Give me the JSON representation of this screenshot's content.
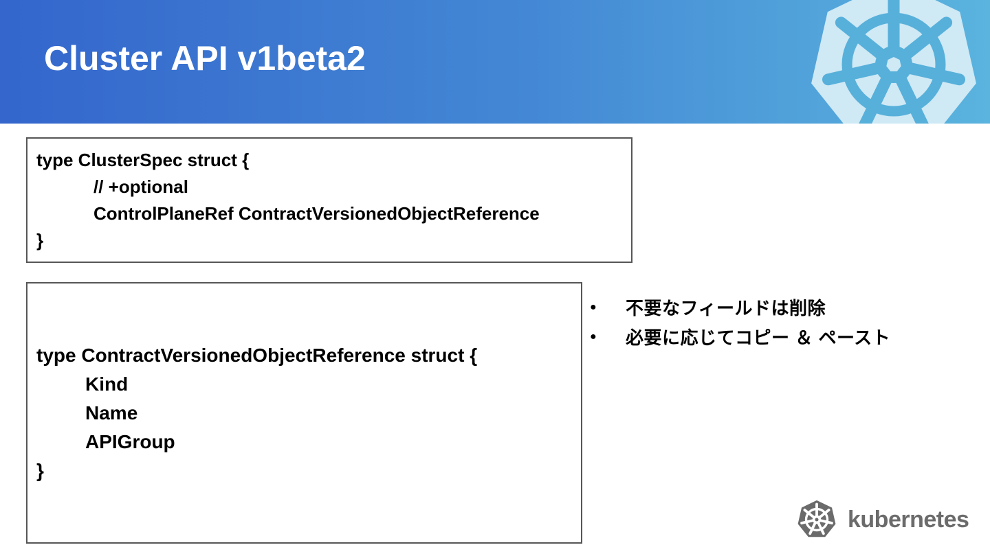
{
  "header": {
    "title": "Cluster API v1beta2"
  },
  "code_boxes": [
    {
      "lines": [
        {
          "text": "type ClusterSpec struct {"
        },
        {
          "text": "// +optional"
        },
        {
          "text": "ControlPlaneRef ContractVersionedObjectReference"
        },
        {
          "text": "}"
        }
      ]
    },
    {
      "lines": [
        {
          "text": "type ContractVersionedObjectReference struct {"
        },
        {
          "text": "Kind"
        },
        {
          "text": "Name"
        },
        {
          "text": "APIGroup"
        },
        {
          "text": "}"
        }
      ]
    }
  ],
  "bullets": [
    {
      "marker": "●",
      "text": "不要なフィールドは削除"
    },
    {
      "marker": "●",
      "text": "必要に応じてコピー ＆ ペースト"
    }
  ],
  "footer": {
    "wordmark": "kubernetes"
  },
  "colors": {
    "header_gradient_left": "#3466cc",
    "header_gradient_right": "#5ab4de",
    "watermark_heptagon": "#cfe9f5",
    "watermark_wheel": "#57b0da",
    "box_border": "#565656",
    "text": "#000000",
    "footer_gray": "#6b6b6b"
  }
}
